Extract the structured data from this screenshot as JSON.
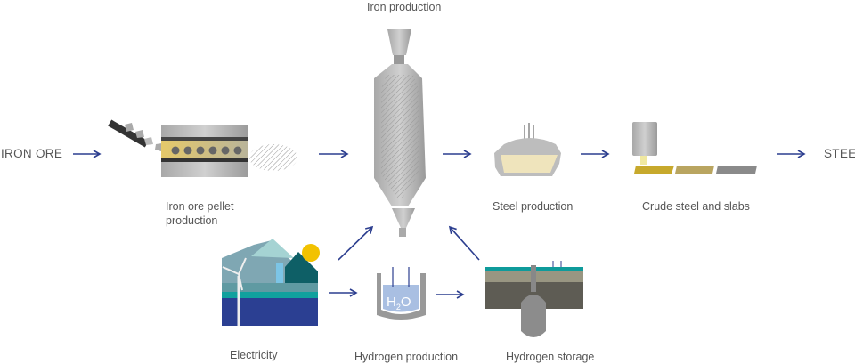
{
  "start_label": "IRON ORE",
  "end_label": "STEEL",
  "steps": {
    "pellet": "Iron ore pellet production",
    "pellet_line1": "Iron ore pellet",
    "pellet_line2": "production",
    "iron": "Iron production",
    "steel": "Steel production",
    "crude": "Crude steel and slabs",
    "electricity": "Electricity",
    "h2prod": "Hydrogen production",
    "h2store": "Hydrogen storage"
  },
  "h2o_label": {
    "h": "H",
    "sub": "2",
    "o": "O"
  },
  "colors": {
    "arrow": "#2c3e8f",
    "text": "#555555",
    "gold": "#e2c56a",
    "teal": "#0f9b9b",
    "navy": "#2b3f92",
    "sun": "#f2c200"
  }
}
